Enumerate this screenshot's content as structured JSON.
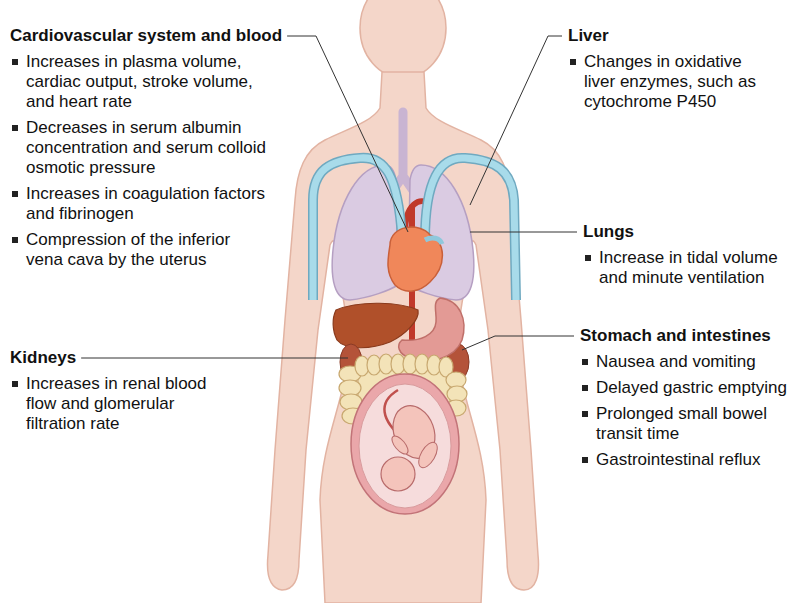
{
  "diagram": {
    "labels": [
      "Cardiovascular system and blood",
      "Increases in plasma volume, cardiac output, stroke volume, and heart rate",
      "Decreases in serum albumin concentration and serum colloid osmotic pressure",
      "Increases in coagulation factors and fibrinogen",
      "Compression of the inferior vena cava by the uterus",
      "Liver",
      "Changes in oxidative liver enzymes, such as cytochrome P450",
      "Lungs",
      "Increase in tidal volume and minute ventilation",
      "Kidneys",
      "Increases in renal blood flow and glomerular filtration rate",
      "Stomach and intestines",
      "Nausea and vomiting",
      "Delayed gastric emptying",
      "Prolonged small bowel transit time",
      "Gastrointestinal reflux"
    ]
  }
}
